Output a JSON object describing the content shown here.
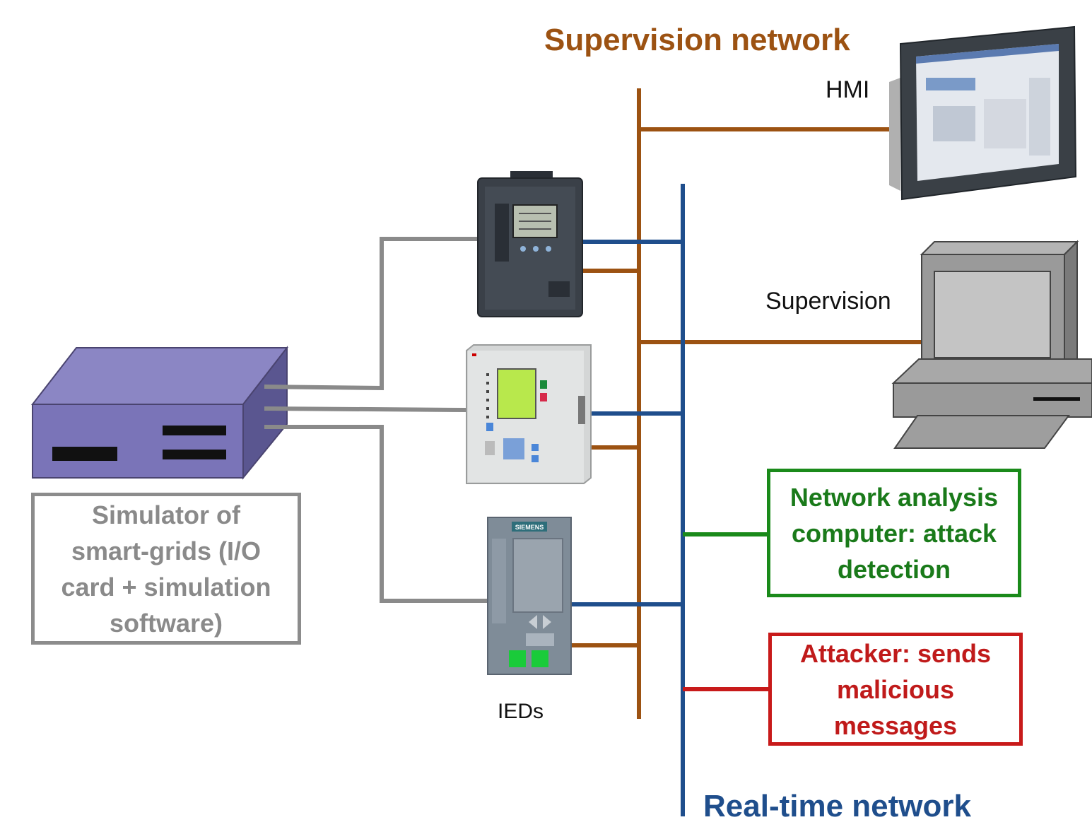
{
  "labels": {
    "supervision_network": "Supervision network",
    "realtime_network": "Real-time network",
    "hmi": "HMI",
    "supervision": "Supervision",
    "ieds": "IEDs"
  },
  "simulator_box": {
    "lines": [
      "Simulator of",
      "smart-grids (I/O",
      "card + simulation",
      "software)"
    ]
  },
  "network_analysis_box": {
    "lines": [
      "Network analysis",
      "computer: attack",
      "detection"
    ]
  },
  "attacker_box": {
    "lines": [
      "Attacker: sends",
      "malicious",
      "messages"
    ]
  },
  "devices": {
    "ied_brand_siemens": "SIEMENS"
  },
  "colors": {
    "supervision_network": "#9c5212",
    "realtime_network": "#1f4e8c",
    "simulator_links": "#8a8a8a",
    "detection": "#1a8a1a",
    "attacker": "#c81a1a"
  }
}
